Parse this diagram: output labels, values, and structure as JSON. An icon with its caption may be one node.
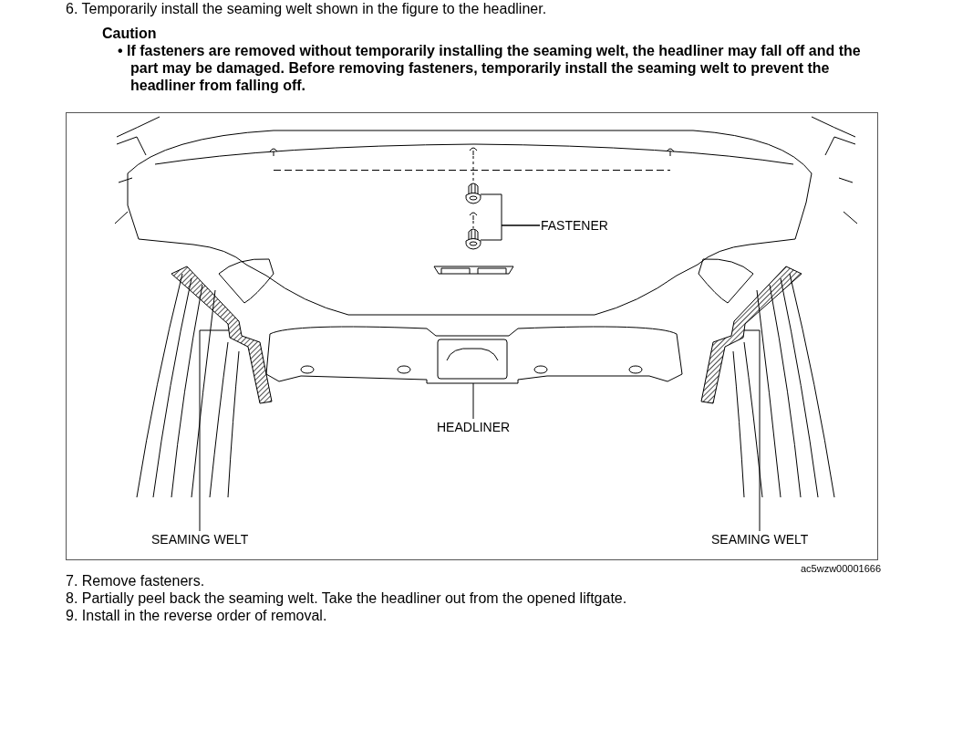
{
  "diagram": {
    "nodes": [
      {
        "text": [
          "FASTENER"
        ]
      },
      {
        "text": [],
        "shape": "picture"
      },
      {
        "text": [],
        "shape": "picture"
      },
      {
        "text": [
          "HEADLINER"
        ]
      },
      {
        "text": [],
        "shape": "picture"
      },
      {
        "text": [
          "SEAMING WELT"
        ]
      },
      {
        "text": [],
        "shape": "picture"
      },
      {
        "text": [
          "SEAMING WELT"
        ]
      },
      {
        "text": [],
        "shape": "picture"
      }
    ],
    "edges": [
      {
        "from": 0,
        "to": 1,
        "arrow": "none"
      },
      {
        "from": 0,
        "to": 2,
        "arrow": "none"
      },
      {
        "from": 3,
        "to": 4,
        "arrow": "none"
      },
      {
        "from": 5,
        "to": 6,
        "arrow": "none"
      },
      {
        "from": 7,
        "to": 8,
        "arrow": "none"
      }
    ],
    "labels": [
      "6. Temporarily install the seaming welt shown in the figure to the headliner.",
      "Caution",
      "• If fasteners are removed without temporarily installing the seaming welt, the headliner may fall off and the part may be damaged. Before removing fasteners, temporarily install the seaming welt to prevent the headliner from falling off.",
      "ac5wzw00001666",
      "7. Remove fasteners.",
      "8. Partially peel back the seaming welt. Take the headliner out from the opened liftgate.",
      "9. Install in the reverse order of removal."
    ]
  }
}
